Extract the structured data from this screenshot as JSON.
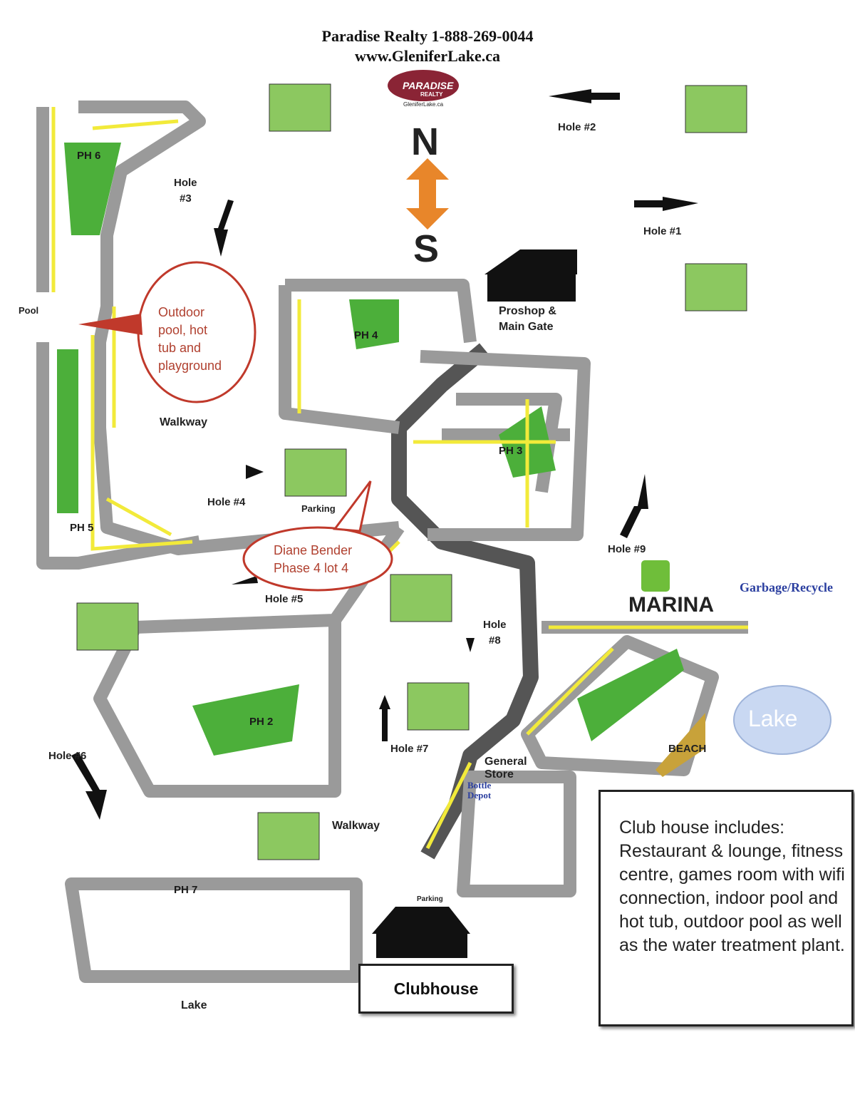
{
  "header": {
    "line1": "Paradise Realty 1-888-269-0044",
    "line2": "www.GleniferLake.ca"
  },
  "logo": {
    "brand": "PARADISE",
    "sub": "REALTY",
    "url": "GleniferLake.ca"
  },
  "compass": {
    "north": "N",
    "south": "S"
  },
  "holes": {
    "h1": "Hole #1",
    "h2": "Hole #2",
    "h3a": "Hole",
    "h3b": "#3",
    "h4": "Hole #4",
    "h5": "Hole #5",
    "h6": "Hole #6",
    "h7": "Hole #7",
    "h8a": "Hole",
    "h8b": "#8",
    "h9": "Hole #9"
  },
  "places": {
    "pool": "Pool",
    "proshop1": "Proshop &",
    "proshop2": "Main Gate",
    "walkway1": "Walkway",
    "walkway2": "Walkway",
    "parking1": "Parking",
    "parking2": "Parking",
    "marina": "MARINA",
    "garbage": "Garbage/Recycle",
    "lake_cloud": "Lake",
    "beach": "BEACH",
    "general1": "General",
    "general2": "Store",
    "bottle1": "Bottle",
    "bottle2": "Depot",
    "lake_label": "Lake",
    "clubhouse": "Clubhouse"
  },
  "phases": {
    "ph2": "PH 2",
    "ph3": "PH 3",
    "ph4": "PH 4",
    "ph5": "PH 5",
    "ph6": "PH 6",
    "ph7": "PH 7"
  },
  "callouts": {
    "pool": [
      "Outdoor",
      "pool, hot",
      "tub and",
      "playground"
    ],
    "lot": [
      "Diane Bender",
      "Phase 4 lot 4"
    ]
  },
  "club_info": "Club house includes: Restaurant & lounge, fitness centre, games room with wifi connection, indoor pool and hot tub, outdoor pool as well as the water treatment plant.",
  "colors": {
    "road": "#9a9a9a",
    "main_road": "#555555",
    "green": "#4caf3a",
    "arrow": "#f2ea3a",
    "callout": "#c0392b",
    "compass": "#e8862a",
    "cloud": "#c9d8f2",
    "beach": "#c8a23a"
  }
}
